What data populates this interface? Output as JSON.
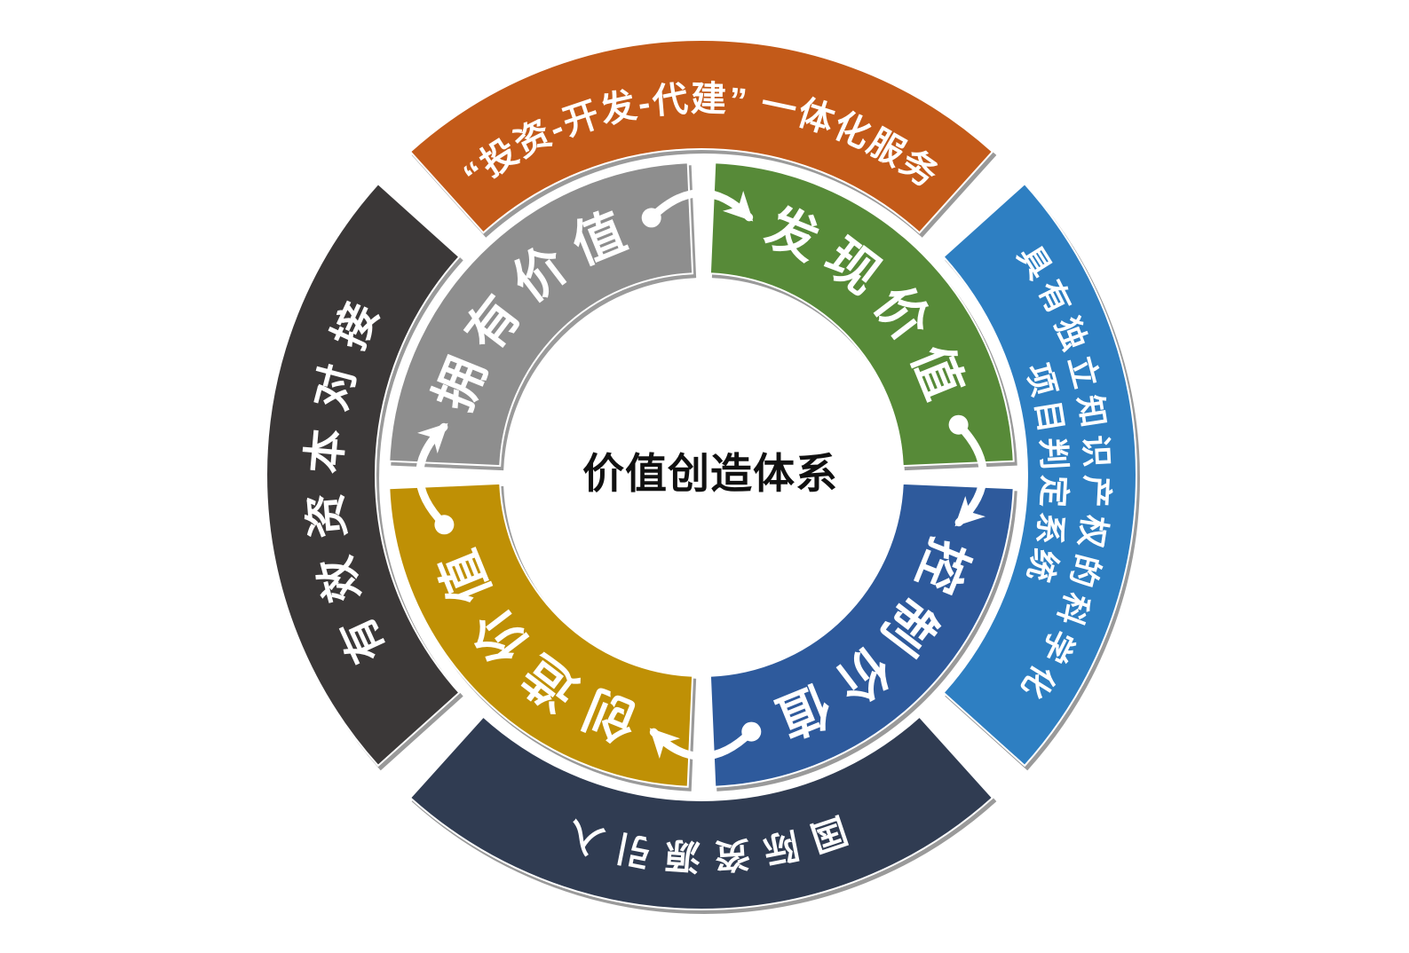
{
  "title": {
    "text": "价值创造体系"
  },
  "inner_ring": {
    "segments": [
      {
        "id": "own",
        "label": "拥有价值",
        "color": "#8E8E8E",
        "position": "top-left"
      },
      {
        "id": "discover",
        "label": "发现价值",
        "color": "#578A38",
        "position": "top-right"
      },
      {
        "id": "control",
        "label": "控制价值",
        "color": "#2E5A9C",
        "position": "bottom-right"
      },
      {
        "id": "create",
        "label": "创造价值",
        "color": "#BF9005",
        "position": "bottom-left"
      }
    ]
  },
  "outer_ring": {
    "segments": [
      {
        "id": "integrated-service",
        "label": "“投资-开发-代建” 一体化服务",
        "color": "#C35A19",
        "position": "top"
      },
      {
        "id": "judgment-system",
        "label_line1": "具有独立知识产权的科学化",
        "label_line2": "项目判定系统",
        "color": "#2E7FC2",
        "position": "right"
      },
      {
        "id": "international-resources",
        "label": "国际资源引入",
        "color": "#303C52",
        "position": "bottom"
      },
      {
        "id": "capital-matching",
        "label": "有效资本对接",
        "color": "#3B3838",
        "position": "left"
      }
    ]
  },
  "flow": {
    "direction": "clockwise",
    "arrows": [
      {
        "from": "own",
        "to": "discover"
      },
      {
        "from": "discover",
        "to": "control"
      },
      {
        "from": "control",
        "to": "create"
      },
      {
        "from": "create",
        "to": "own"
      }
    ]
  },
  "colors": {
    "background": "#FFFFFF",
    "arrow": "#FFFFFF",
    "title": "#111111",
    "shadow": "#9A9A9A"
  }
}
